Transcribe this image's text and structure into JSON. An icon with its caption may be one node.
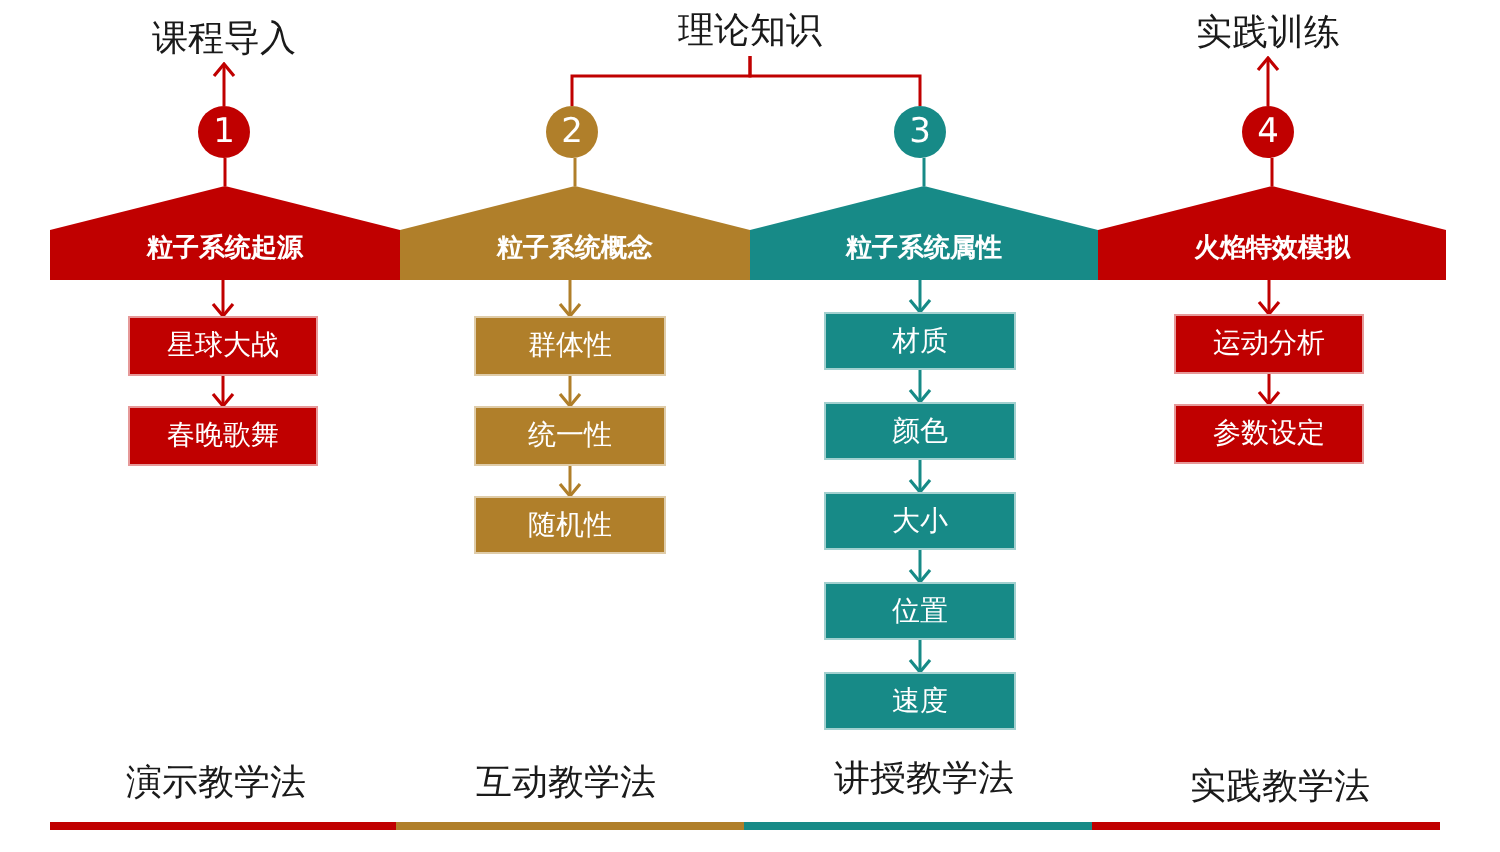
{
  "diagram": {
    "nodes": [
      {
        "text": [
          "课程导入"
        ]
      },
      {
        "text": [
          "理论知识"
        ]
      },
      {
        "text": [
          "实践训练"
        ]
      },
      {
        "text": [
          "1"
        ]
      },
      {
        "text": [
          "2"
        ]
      },
      {
        "text": [
          "3"
        ]
      },
      {
        "text": [
          "4"
        ]
      },
      {
        "text": [
          "粒子系统起源"
        ]
      },
      {
        "text": [
          "粒子系统概念"
        ]
      },
      {
        "text": [
          "粒子系统属性"
        ]
      },
      {
        "text": [
          "火焰特效模拟"
        ]
      },
      {
        "text": [
          "星球大战"
        ]
      },
      {
        "text": [
          "春晚歌舞"
        ]
      },
      {
        "text": [
          "群体性"
        ]
      },
      {
        "text": [
          "统一性"
        ]
      },
      {
        "text": [
          "随机性"
        ]
      },
      {
        "text": [
          "材质"
        ]
      },
      {
        "text": [
          "颜色"
        ]
      },
      {
        "text": [
          "大小"
        ]
      },
      {
        "text": [
          "位置"
        ]
      },
      {
        "text": [
          "速度"
        ]
      },
      {
        "text": [
          "运动分析"
        ]
      },
      {
        "text": [
          "参数设定"
        ]
      }
    ],
    "edges": [
      {
        "from": 3,
        "to": 0,
        "arrow": "to"
      },
      {
        "from": 4,
        "to": 1,
        "arrow": "none"
      },
      {
        "from": 5,
        "to": 1,
        "arrow": "none"
      },
      {
        "from": 6,
        "to": 2,
        "arrow": "to"
      },
      {
        "from": 3,
        "to": 7,
        "arrow": "none"
      },
      {
        "from": 4,
        "to": 8,
        "arrow": "none",
        "color": "#b07f2a"
      },
      {
        "from": 5,
        "to": 9,
        "arrow": "none",
        "color": "#178a87"
      },
      {
        "from": 6,
        "to": 10,
        "arrow": "none"
      },
      {
        "from": 7,
        "to": 11,
        "arrow": "to"
      },
      {
        "from": 11,
        "to": 12,
        "arrow": "to"
      },
      {
        "from": 8,
        "to": 13,
        "arrow": "to",
        "color": "#b07f2a"
      },
      {
        "from": 13,
        "to": 14,
        "arrow": "to",
        "color": "#b07f2a"
      },
      {
        "from": 14,
        "to": 15,
        "arrow": "to",
        "color": "#b07f2a"
      },
      {
        "from": 9,
        "to": 16,
        "arrow": "to",
        "color": "#178a87"
      },
      {
        "from": 16,
        "to": 17,
        "arrow": "to",
        "color": "#178a87"
      },
      {
        "from": 17,
        "to": 18,
        "arrow": "to",
        "color": "#178a87"
      },
      {
        "from": 18,
        "to": 19,
        "arrow": "to",
        "color": "#178a87"
      },
      {
        "from": 19,
        "to": 20,
        "arrow": "to",
        "color": "#178a87"
      },
      {
        "from": 10,
        "to": 21,
        "arrow": "to"
      },
      {
        "from": 21,
        "to": 22,
        "arrow": "to"
      }
    ],
    "labels": [
      "演示教学法",
      "互动教学法",
      "讲授教学法",
      "实践教学法"
    ]
  }
}
